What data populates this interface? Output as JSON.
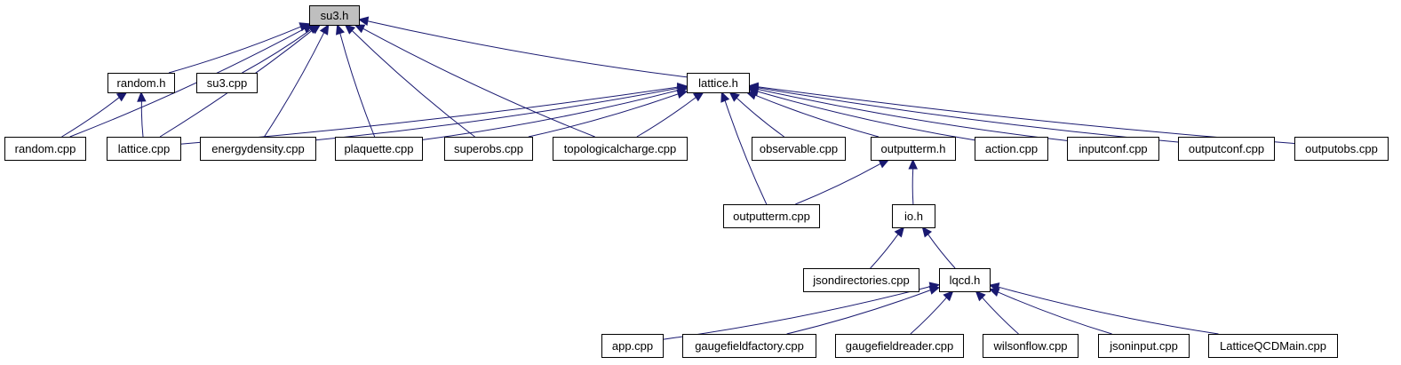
{
  "diagram": {
    "nodes": [
      {
        "id": "su3_h",
        "label": "su3.h",
        "root": true
      },
      {
        "id": "random_h",
        "label": "random.h"
      },
      {
        "id": "su3_cpp",
        "label": "su3.cpp"
      },
      {
        "id": "lattice_h",
        "label": "lattice.h"
      },
      {
        "id": "random_cpp",
        "label": "random.cpp"
      },
      {
        "id": "lattice_cpp",
        "label": "lattice.cpp"
      },
      {
        "id": "energydensity_cpp",
        "label": "energydensity.cpp"
      },
      {
        "id": "plaquette_cpp",
        "label": "plaquette.cpp"
      },
      {
        "id": "superobs_cpp",
        "label": "superobs.cpp"
      },
      {
        "id": "topologicalcharge_cpp",
        "label": "topologicalcharge.cpp"
      },
      {
        "id": "observable_cpp",
        "label": "observable.cpp"
      },
      {
        "id": "outputterm_h",
        "label": "outputterm.h"
      },
      {
        "id": "action_cpp",
        "label": "action.cpp"
      },
      {
        "id": "inputconf_cpp",
        "label": "inputconf.cpp"
      },
      {
        "id": "outputconf_cpp",
        "label": "outputconf.cpp"
      },
      {
        "id": "outputobs_cpp",
        "label": "outputobs.cpp"
      },
      {
        "id": "outputterm_cpp",
        "label": "outputterm.cpp"
      },
      {
        "id": "io_h",
        "label": "io.h"
      },
      {
        "id": "jsondirectories_cpp",
        "label": "jsondirectories.cpp"
      },
      {
        "id": "lqcd_h",
        "label": "lqcd.h"
      },
      {
        "id": "app_cpp",
        "label": "app.cpp"
      },
      {
        "id": "gaugefieldfactory_cpp",
        "label": "gaugefieldfactory.cpp"
      },
      {
        "id": "gaugefieldreader_cpp",
        "label": "gaugefieldreader.cpp"
      },
      {
        "id": "wilsonflow_cpp",
        "label": "wilsonflow.cpp"
      },
      {
        "id": "jsoninput_cpp",
        "label": "jsoninput.cpp"
      },
      {
        "id": "latticeqcdmain_cpp",
        "label": "LatticeQCDMain.cpp"
      }
    ],
    "edges": [
      {
        "from": "random_h",
        "to": "su3_h"
      },
      {
        "from": "su3_cpp",
        "to": "su3_h"
      },
      {
        "from": "lattice_h",
        "to": "su3_h"
      },
      {
        "from": "random_cpp",
        "to": "su3_h"
      },
      {
        "from": "lattice_cpp",
        "to": "su3_h"
      },
      {
        "from": "energydensity_cpp",
        "to": "su3_h"
      },
      {
        "from": "plaquette_cpp",
        "to": "su3_h"
      },
      {
        "from": "superobs_cpp",
        "to": "su3_h"
      },
      {
        "from": "topologicalcharge_cpp",
        "to": "su3_h"
      },
      {
        "from": "random_cpp",
        "to": "random_h"
      },
      {
        "from": "lattice_cpp",
        "to": "random_h"
      },
      {
        "from": "lattice_cpp",
        "to": "lattice_h"
      },
      {
        "from": "energydensity_cpp",
        "to": "lattice_h"
      },
      {
        "from": "plaquette_cpp",
        "to": "lattice_h"
      },
      {
        "from": "superobs_cpp",
        "to": "lattice_h"
      },
      {
        "from": "topologicalcharge_cpp",
        "to": "lattice_h"
      },
      {
        "from": "outputterm_cpp",
        "to": "lattice_h"
      },
      {
        "from": "observable_cpp",
        "to": "lattice_h"
      },
      {
        "from": "outputterm_h",
        "to": "lattice_h"
      },
      {
        "from": "action_cpp",
        "to": "lattice_h"
      },
      {
        "from": "inputconf_cpp",
        "to": "lattice_h"
      },
      {
        "from": "outputconf_cpp",
        "to": "lattice_h"
      },
      {
        "from": "outputobs_cpp",
        "to": "lattice_h"
      },
      {
        "from": "outputterm_cpp",
        "to": "outputterm_h"
      },
      {
        "from": "io_h",
        "to": "outputterm_h"
      },
      {
        "from": "jsondirectories_cpp",
        "to": "io_h"
      },
      {
        "from": "lqcd_h",
        "to": "io_h"
      },
      {
        "from": "app_cpp",
        "to": "lqcd_h"
      },
      {
        "from": "gaugefieldfactory_cpp",
        "to": "lqcd_h"
      },
      {
        "from": "gaugefieldreader_cpp",
        "to": "lqcd_h"
      },
      {
        "from": "wilsonflow_cpp",
        "to": "lqcd_h"
      },
      {
        "from": "jsoninput_cpp",
        "to": "lqcd_h"
      },
      {
        "from": "latticeqcdmain_cpp",
        "to": "lqcd_h"
      }
    ],
    "colors": {
      "edge": "#191970",
      "node_border": "#000000",
      "node_fill": "#ffffff",
      "root_fill": "#bfbfbf"
    }
  }
}
